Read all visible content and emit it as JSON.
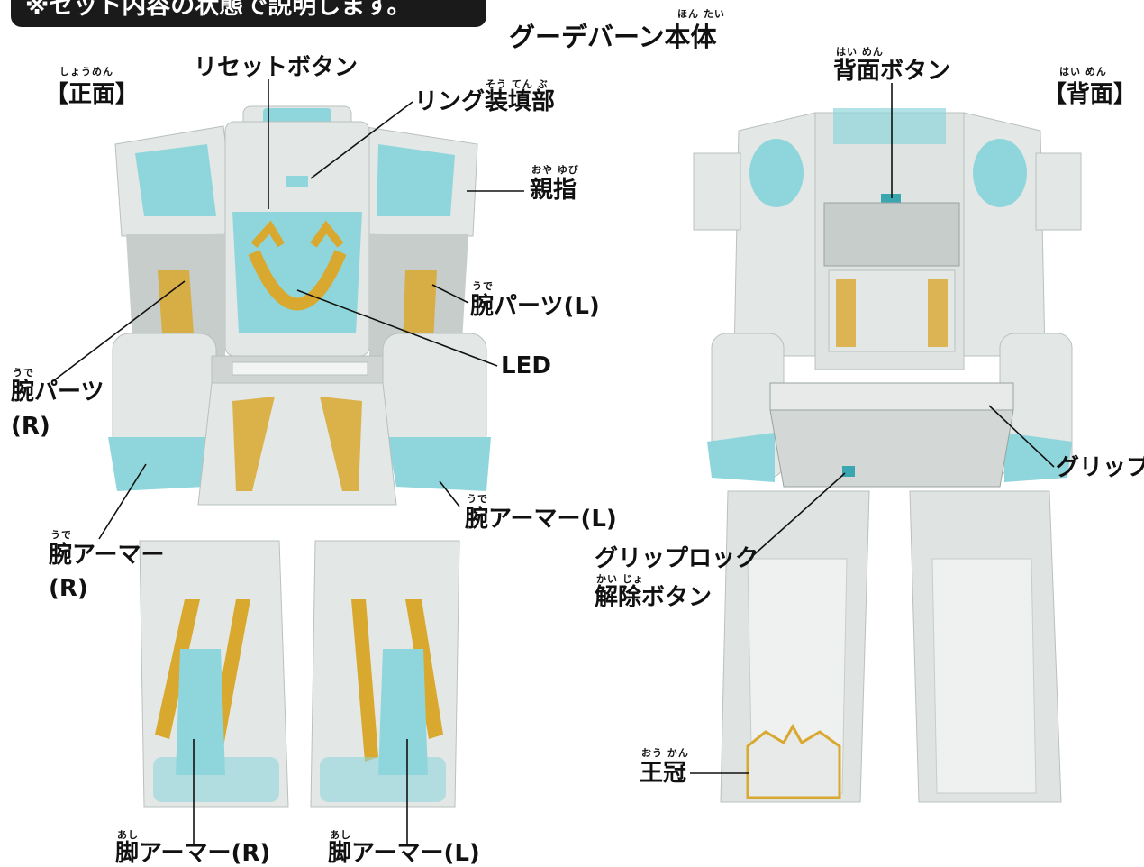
{
  "banner": "※セット内容の状態で説明します。",
  "main_title": {
    "text": "グーデバーン本体",
    "ruby": "ほん たい"
  },
  "front": {
    "heading": "【正面】",
    "heading_ruby": "しょうめん"
  },
  "back": {
    "heading": "【背面】",
    "heading_ruby": "はい めん"
  },
  "labels": {
    "reset_button": {
      "text": "リセットボタン"
    },
    "ring_slot": {
      "text": "リング装填部",
      "ruby": "そう てん ぶ"
    },
    "thumb": {
      "text": "親指",
      "ruby": "おや ゆび"
    },
    "arm_parts_l": {
      "text": "腕パーツ(L)",
      "ruby": "うで"
    },
    "led": {
      "text": "LED"
    },
    "arm_parts_r_1": {
      "text": "腕パーツ",
      "ruby": "うで"
    },
    "arm_parts_r_2": {
      "text": "(R)"
    },
    "arm_armor_l": {
      "text": "腕アーマー(L)",
      "ruby": "うで"
    },
    "arm_armor_r_1": {
      "text": "腕アーマー",
      "ruby": "うで"
    },
    "arm_armor_r_2": {
      "text": "(R)"
    },
    "leg_armor_r": {
      "text": "脚アーマー(R)",
      "ruby": "あし"
    },
    "leg_armor_l": {
      "text": "脚アーマー(L)",
      "ruby": "あし"
    },
    "back_button": {
      "text": "背面ボタン",
      "ruby": "はい めん"
    },
    "grip": {
      "text": "グリップ"
    },
    "grip_lock_1": {
      "text": "グリップロック"
    },
    "grip_lock_2": {
      "text": "解除ボタン",
      "ruby": "かい じょ"
    },
    "crown": {
      "text": "王冠",
      "ruby": "おう かん"
    }
  },
  "colors": {
    "teal": "#8fd6dc",
    "gold": "#d9a82e",
    "body": "#e3e7e5",
    "shade": "#c7cdcb",
    "ink": "#111111"
  }
}
